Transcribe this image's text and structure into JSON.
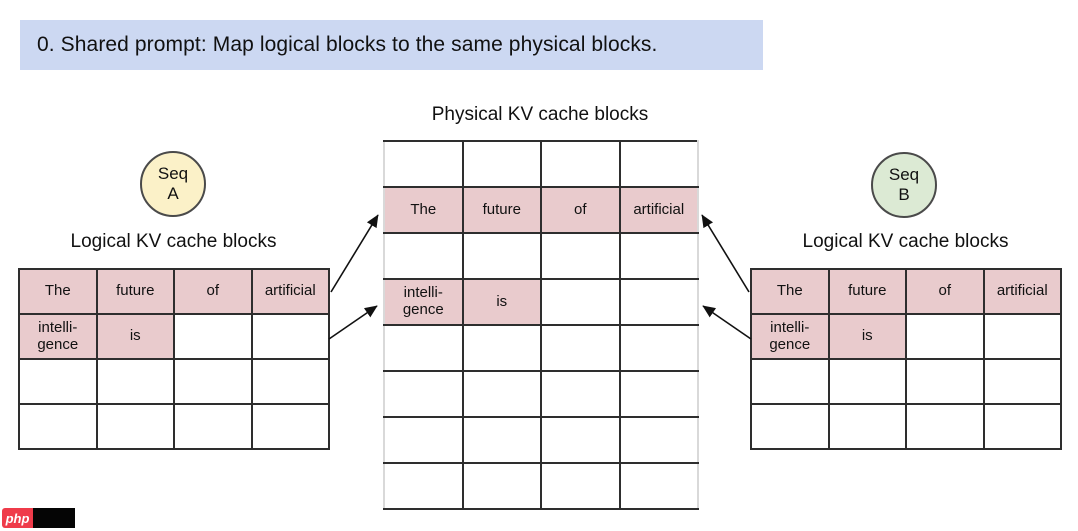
{
  "banner": {
    "text": "0. Shared prompt: Map logical blocks to the same physical blocks."
  },
  "physical": {
    "title": "Physical KV cache blocks",
    "rows": [
      [
        {},
        {},
        {},
        {}
      ],
      [
        {
          "t": "The",
          "f": true
        },
        {
          "t": "future",
          "f": true
        },
        {
          "t": "of",
          "f": true
        },
        {
          "t": "artificial",
          "f": true
        }
      ],
      [
        {},
        {},
        {},
        {}
      ],
      [
        {
          "t": "intelli-\ngence",
          "f": true
        },
        {
          "t": "is",
          "f": true
        },
        {},
        {}
      ],
      [
        {},
        {},
        {},
        {}
      ],
      [
        {},
        {},
        {},
        {}
      ],
      [
        {},
        {},
        {},
        {}
      ],
      [
        {},
        {},
        {},
        {}
      ]
    ]
  },
  "left_logical": {
    "title": "Logical KV cache blocks",
    "rows": [
      [
        {
          "t": "The",
          "f": true
        },
        {
          "t": "future",
          "f": true
        },
        {
          "t": "of",
          "f": true
        },
        {
          "t": "artificial",
          "f": true
        }
      ],
      [
        {
          "t": "intelli-\ngence",
          "f": true
        },
        {
          "t": "is",
          "f": true
        },
        {},
        {}
      ],
      [
        {},
        {},
        {},
        {}
      ],
      [
        {},
        {},
        {},
        {}
      ]
    ]
  },
  "right_logical": {
    "title": "Logical KV cache blocks",
    "rows": [
      [
        {
          "t": "The",
          "f": true
        },
        {
          "t": "future",
          "f": true
        },
        {
          "t": "of",
          "f": true
        },
        {
          "t": "artificial",
          "f": true
        }
      ],
      [
        {
          "t": "intelli-\ngence",
          "f": true
        },
        {
          "t": "is",
          "f": true
        },
        {},
        {}
      ],
      [
        {},
        {},
        {},
        {}
      ],
      [
        {},
        {},
        {},
        {}
      ]
    ]
  },
  "seq_a": {
    "line1": "Seq",
    "line2": "A"
  },
  "seq_b": {
    "line1": "Seq",
    "line2": "B"
  },
  "logo": {
    "text": "php"
  },
  "colors": {
    "banner_bg": "#ccd8f2",
    "cell_pink": "#e9cbcd",
    "seq_a_bg": "#fbf1c8",
    "seq_b_bg": "#dcead4",
    "table_line": "#2e2e2e",
    "physical_side_border": "#d9d9d9",
    "arrow": "#111111",
    "logo_red": "#ef3b4a",
    "logo_black": "#050505"
  }
}
